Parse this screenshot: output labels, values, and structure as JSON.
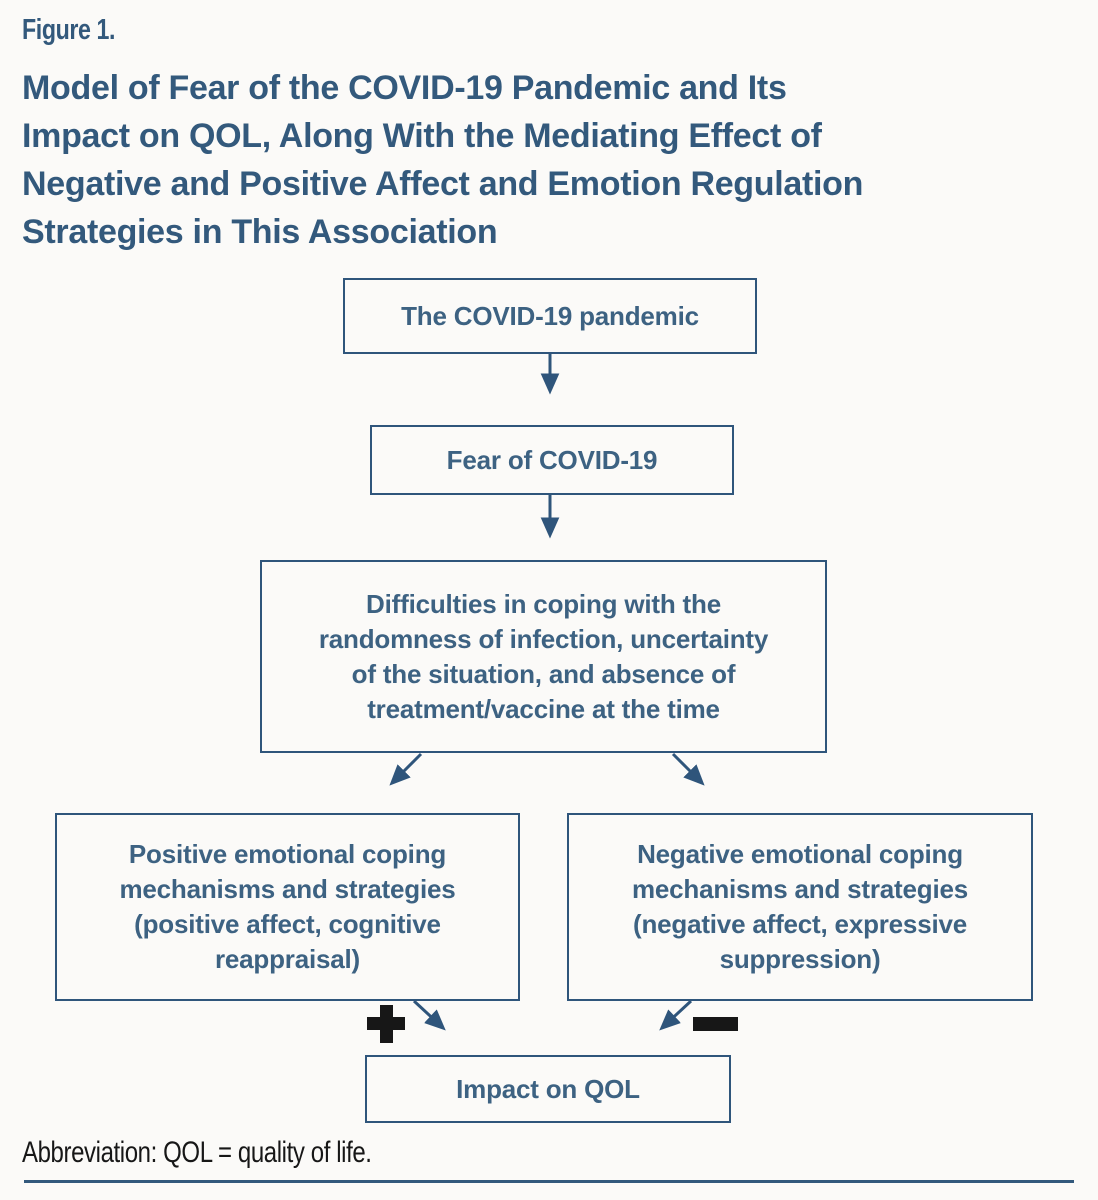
{
  "figure_label": "Figure 1.",
  "title": {
    "lines": [
      "Model of Fear of the COVID-19 Pandemic and Its",
      "Impact on QOL, Along With the Mediating Effect of",
      "Negative and Positive Affect and Emotion Regulation",
      "Strategies in This Association"
    ]
  },
  "flowchart": {
    "pandemic_box": "The COVID-19 pandemic",
    "fear_box": "Fear of COVID-19",
    "difficulties_box": {
      "lines": [
        "Difficulties in coping with the",
        "randomness of infection, uncertainty",
        "of the situation, and absence of",
        "treatment/vaccine at the time"
      ]
    },
    "positive_box": {
      "lines": [
        "Positive emotional coping",
        "mechanisms and strategies",
        "(positive affect, cognitive",
        "reappraisal)"
      ]
    },
    "negative_box": {
      "lines": [
        "Negative emotional coping",
        "mechanisms and strategies",
        "(negative affect, expressive",
        "suppression)"
      ]
    },
    "impact_box": "Impact on QOL",
    "positive_path_sign": "plus",
    "negative_path_sign": "minus"
  },
  "footer": {
    "abbreviation": "Abbreviation: QOL = quality of life."
  },
  "colors": {
    "blue": "#33597c",
    "text-blue": "#3d6282",
    "border": "#2f557b",
    "black": "#171717",
    "bg": "#fbfaf8"
  }
}
